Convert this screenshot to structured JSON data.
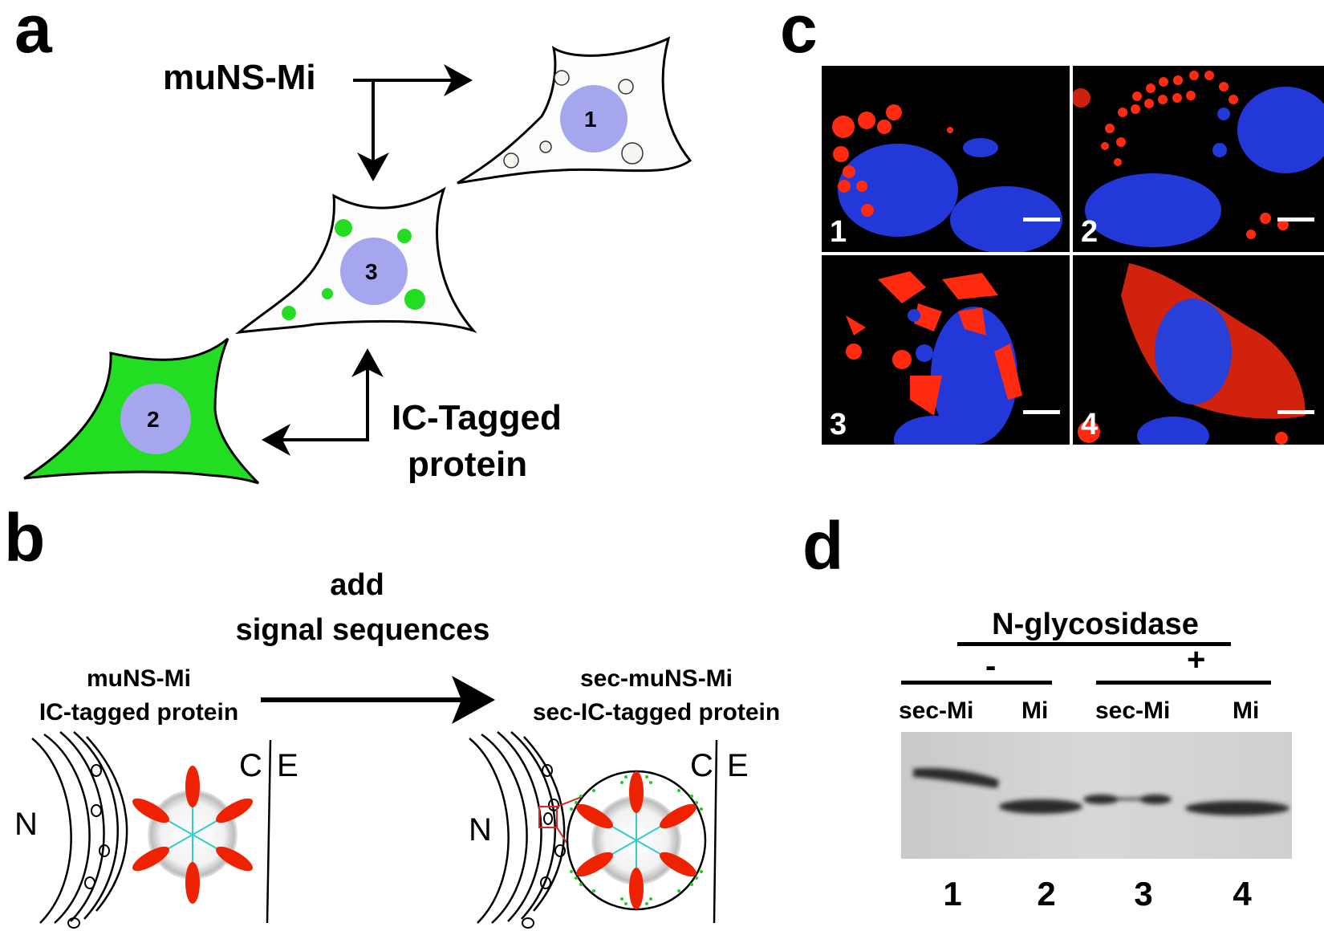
{
  "panel_labels": {
    "a": "a",
    "b": "b",
    "c": "c",
    "d": "d"
  },
  "panel_a": {
    "top_label": "muNS-Mi",
    "bottom_label_line1": "IC-Tagged",
    "bottom_label_line2": "protein",
    "cell_1": "1",
    "cell_2": "2",
    "cell_3": "3",
    "colors": {
      "nucleus": "#a6a6ee",
      "green": "#22dd22",
      "outline": "#000000"
    }
  },
  "panel_b": {
    "arrow_label_line1": "add",
    "arrow_label_line2": "signal sequences",
    "left_line1": "muNS-Mi",
    "left_line2": "IC-tagged protein",
    "right_line1": "sec-muNS-Mi",
    "right_line2": "sec-IC-tagged protein",
    "N": "N",
    "C": "C",
    "E": "E",
    "colors": {
      "particle_arm": "#ee2200",
      "spoke": "#33cccc",
      "glyco": "#22cc22",
      "zoom_box": "#dd2222"
    }
  },
  "panel_c": {
    "images": [
      {
        "number": "1",
        "pattern": "spherical red inclusions beside blue nuclei"
      },
      {
        "number": "2",
        "pattern": "many small red spherical inclusions"
      },
      {
        "number": "3",
        "pattern": "irregular red aggregates"
      },
      {
        "number": "4",
        "pattern": "diffuse red cytoplasmic staining"
      }
    ],
    "colors": {
      "nuclei": "#2b3fe0",
      "inclusions": "#ff2a10",
      "background": "#000000"
    }
  },
  "panel_d": {
    "treatment": "N-glycosidase",
    "minus": "-",
    "plus": "+",
    "lane_labels": [
      "sec-Mi",
      "Mi",
      "sec-Mi",
      "Mi"
    ],
    "lane_numbers": [
      "1",
      "2",
      "3",
      "4"
    ]
  }
}
